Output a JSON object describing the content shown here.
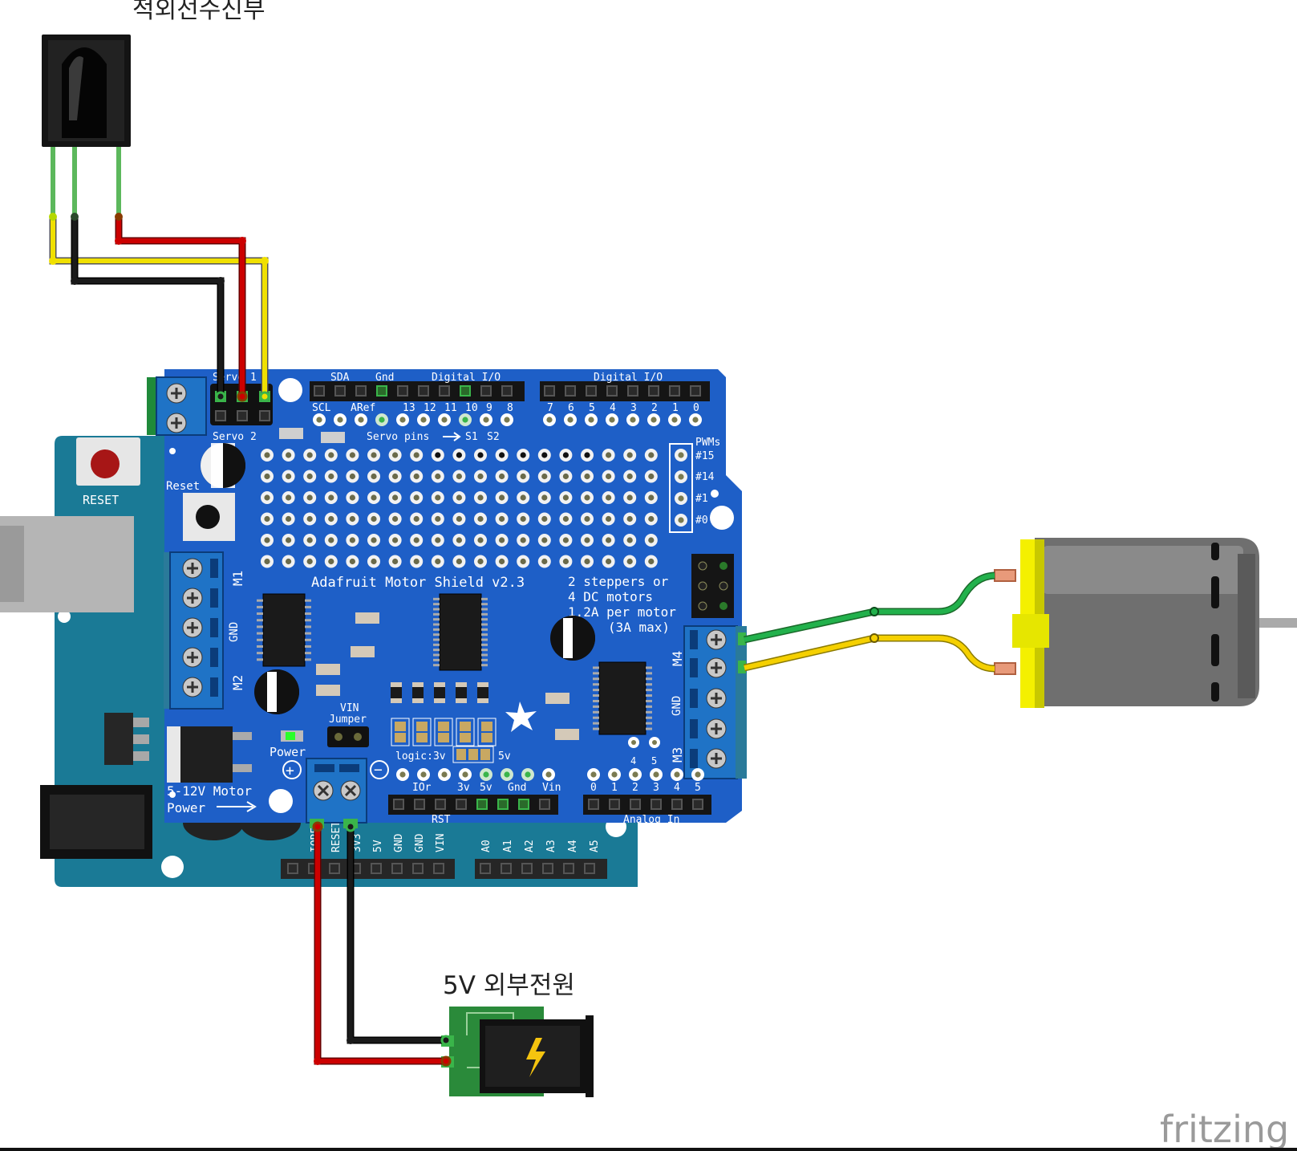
{
  "labels": {
    "ir_receiver": "적외선수신부",
    "external_power": "5V 외부전원",
    "watermark": "fritzing"
  },
  "arduino": {
    "reset_label": "RESET",
    "header_labels": [
      "IOREF",
      "RESET",
      "3V3",
      "5V",
      "GND",
      "GND",
      "VIN"
    ],
    "analog_labels": [
      "A0",
      "A1",
      "A2",
      "A3",
      "A4",
      "A5"
    ]
  },
  "shield": {
    "title": "Adafruit Motor Shield v2.3",
    "servo1": "Servo 1",
    "servo2": "Servo 2",
    "reset": "Reset",
    "sda": "SDA",
    "scl": "SCL",
    "gnd_top": "Gnd",
    "aref": "ARef",
    "digital_io_1": "Digital I/O",
    "digital_io_2": "Digital I/O",
    "pins_left": [
      "13",
      "12",
      "11",
      "10",
      "9",
      "8"
    ],
    "pins_right": [
      "7",
      "6",
      "5",
      "4",
      "3",
      "2",
      "1",
      "0"
    ],
    "servo_pins_label": "Servo pins",
    "s1": "S1",
    "s2": "S2",
    "pwms": "PWMs",
    "pwm_labels": [
      "#15",
      "#14",
      "#1",
      "#0"
    ],
    "motor_info": [
      "2 steppers or",
      "4 DC motors",
      "1.2A per motor",
      "(3A max)"
    ],
    "m1": "M1",
    "m2": "M2",
    "m3": "M3",
    "m4": "M4",
    "gnd_left": "GND",
    "gnd_right": "GND",
    "vin_jumper": [
      "VIN",
      "Jumper"
    ],
    "power": "Power",
    "motor_power": [
      "5-12V Motor",
      "Power"
    ],
    "plus": "+",
    "minus": "−",
    "logic": "logic:3v",
    "logic_5v": "5v",
    "bottom_labels": [
      "IOr",
      "3v",
      "5v",
      "Gnd",
      "Vin"
    ],
    "analog_nums": [
      "0",
      "1",
      "2",
      "3",
      "4",
      "5"
    ],
    "rst": "RST",
    "analog_in": "Analog In",
    "small_4": "4",
    "small_5": "5"
  },
  "colors": {
    "shield_blue": "#1e5fc7",
    "arduino_teal": "#1a7a96",
    "wire_red": "#cc0000",
    "wire_black": "#1a1a1a",
    "wire_yellow": "#f0e000",
    "wire_green": "#22b14c",
    "motor_grey": "#707070",
    "motor_cap": "#e8e800"
  }
}
